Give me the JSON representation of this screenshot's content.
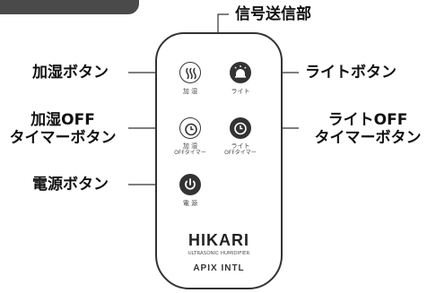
{
  "labels": {
    "transmitter": "信号送信部",
    "humidify_button": "加湿ボタン",
    "light_button": "ライトボタン",
    "humidify_off_timer_line1": "加湿OFF",
    "humidify_off_timer_line2": "タイマーボタン",
    "light_off_timer_line1": "ライトOFF",
    "light_off_timer_line2": "タイマーボタン",
    "power_button": "電源ボタン"
  },
  "remote": {
    "humidify_caption": "加 湿",
    "light_caption": "ライト",
    "humidify_off_caption_line1": "加 湿",
    "humidify_off_caption_line2": "OFFタイマー",
    "light_off_caption_line1": "ライト",
    "light_off_caption_line2": "OFFタイマー",
    "power_caption": "電 源",
    "brand": "HIKARI",
    "subtitle": "ULTRASONIC HUMIDIFIER",
    "maker": "APIX INTL"
  },
  "colors": {
    "ink": "#333333",
    "tag": "#4a4a4a"
  },
  "icons": [
    "steam-icon",
    "lamp-icon",
    "timer-icon",
    "power-icon"
  ]
}
